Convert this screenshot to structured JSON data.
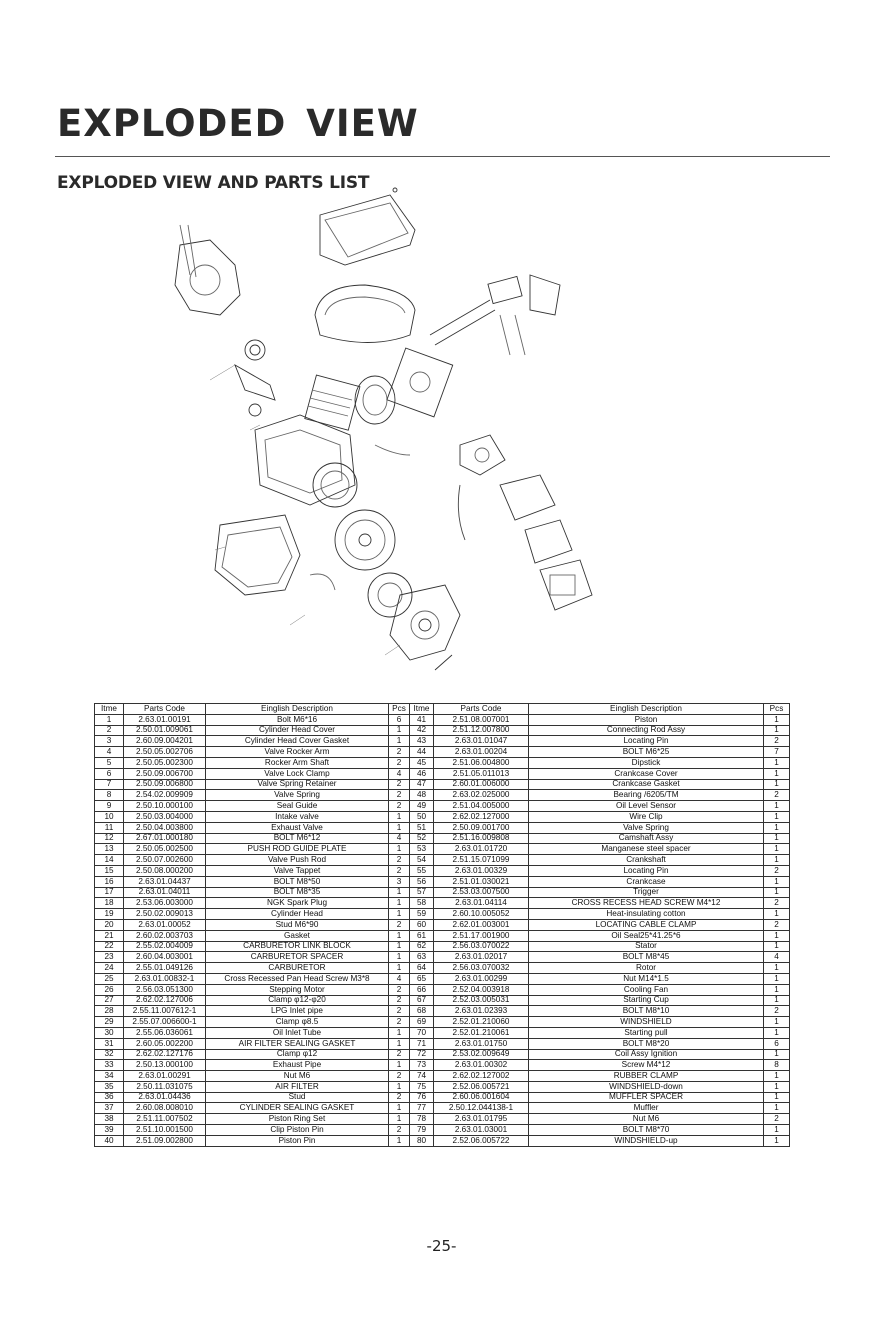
{
  "header": {
    "title": "EXPLODED VIEW",
    "subtitle": "EXPLODED VIEW AND PARTS LIST"
  },
  "table": {
    "headers": [
      "Itme",
      "Parts Code",
      "Einglish Description",
      "Pcs",
      "Itme",
      "Parts Code",
      "Einglish Description",
      "Pcs"
    ],
    "rows": [
      [
        "1",
        "2.63.01.00191",
        "Bolt M6*16",
        "6",
        "41",
        "2.51.08.007001",
        "Piston",
        "1"
      ],
      [
        "2",
        "2.50.01.009061",
        "Cylinder Head Cover",
        "1",
        "42",
        "2.51.12.007800",
        "Connecting Rod Assy",
        "1"
      ],
      [
        "3",
        "2.60.09.004201",
        "Cylinder Head Cover Gasket",
        "1",
        "43",
        "2.63.01.01047",
        "Locating Pin",
        "2"
      ],
      [
        "4",
        "2.50.05.002706",
        "Valve Rocker Arm",
        "2",
        "44",
        "2.63.01.00204",
        "BOLT M6*25",
        "7"
      ],
      [
        "5",
        "2.50.05.002300",
        "Rocker Arm Shaft",
        "2",
        "45",
        "2.51.06.004800",
        "Dipstick",
        "1"
      ],
      [
        "6",
        "2.50.09.006700",
        "Valve Lock Clamp",
        "4",
        "46",
        "2.51.05.011013",
        "Crankcase Cover",
        "1"
      ],
      [
        "7",
        "2.50.09.006800",
        "Valve Spring Retainer",
        "2",
        "47",
        "2.60.01.006000",
        "Crankcase Gasket",
        "1"
      ],
      [
        "8",
        "2.54.02.009909",
        "Valve Spring",
        "2",
        "48",
        "2.63.02.025000",
        "Bearing /6205/TM",
        "2"
      ],
      [
        "9",
        "2.50.10.000100",
        "Seal Guide",
        "2",
        "49",
        "2.51.04.005000",
        "Oil Level Sensor",
        "1"
      ],
      [
        "10",
        "2.50.03.004000",
        "Intake valve",
        "1",
        "50",
        "2.62.02.127000",
        "Wire Clip",
        "1"
      ],
      [
        "11",
        "2.50.04.003800",
        "Exhaust Valve",
        "1",
        "51",
        "2.50.09.001700",
        "Valve Spring",
        "1"
      ],
      [
        "12",
        "2.67.01.000180",
        "BOLT M6*12",
        "4",
        "52",
        "2.51.16.009808",
        "Camshaft Assy",
        "1"
      ],
      [
        "13",
        "2.50.05.002500",
        "PUSH ROD GUIDE PLATE",
        "1",
        "53",
        "2.63.01.01720",
        "Manganese steel spacer",
        "1"
      ],
      [
        "14",
        "2.50.07.002600",
        "Valve Push Rod",
        "2",
        "54",
        "2.51.15.071099",
        "Crankshaft",
        "1"
      ],
      [
        "15",
        "2.50.08.000200",
        "Valve Tappet",
        "2",
        "55",
        "2.63.01.00329",
        "Locating Pin",
        "2"
      ],
      [
        "16",
        "2.63.01.04437",
        "BOLT M8*50",
        "3",
        "56",
        "2.51.01.030021",
        "Crankcase",
        "1"
      ],
      [
        "17",
        "2.63.01.04011",
        "BOLT M8*35",
        "1",
        "57",
        "2.53.03.007500",
        "Trigger",
        "1"
      ],
      [
        "18",
        "2.53.06.003000",
        "NGK Spark Plug",
        "1",
        "58",
        "2.63.01.04114",
        "CROSS RECESS HEAD SCREW M4*12",
        "2"
      ],
      [
        "19",
        "2.50.02.009013",
        "Cylinder Head",
        "1",
        "59",
        "2.60.10.005052",
        "Heat-insulating cotton",
        "1"
      ],
      [
        "20",
        "2.63.01.00052",
        "Stud M6*90",
        "2",
        "60",
        "2.62.01.003001",
        "LOCATING CABLE CLAMP",
        "2"
      ],
      [
        "21",
        "2.60.02.003703",
        "Gasket",
        "1",
        "61",
        "2.51.17.001900",
        "Oil Seal25*41.25*6",
        "1"
      ],
      [
        "22",
        "2.55.02.004009",
        "CARBURETOR LINK BLOCK",
        "1",
        "62",
        "2.56.03.070022",
        "Stator",
        "1"
      ],
      [
        "23",
        "2.60.04.003001",
        "CARBURETOR SPACER",
        "1",
        "63",
        "2.63.01.02017",
        "BOLT M8*45",
        "4"
      ],
      [
        "24",
        "2.55.01.049126",
        "CARBURETOR",
        "1",
        "64",
        "2.56.03.070032",
        "Rotor",
        "1"
      ],
      [
        "25",
        "2.63.01.00832-1",
        "Cross Recessed Pan Head Screw M3*8",
        "4",
        "65",
        "2.63.01.00299",
        "Nut M14*1.5",
        "1"
      ],
      [
        "26",
        "2.56.03.051300",
        "Stepping Motor",
        "2",
        "66",
        "2.52.04.003918",
        "Cooling Fan",
        "1"
      ],
      [
        "27",
        "2.62.02.127006",
        "Clamp φ12-φ20",
        "2",
        "67",
        "2.52.03.005031",
        "Starting Cup",
        "1"
      ],
      [
        "28",
        "2.55.11.007612-1",
        "LPG Inlet pipe",
        "2",
        "68",
        "2.63.01.02393",
        "BOLT M8*10",
        "2"
      ],
      [
        "29",
        "2.55.07.006600-1",
        "Clamp φ8.5",
        "2",
        "69",
        "2.52.01.210060",
        "WINDSHIELD",
        "1"
      ],
      [
        "30",
        "2.55.06.036061",
        "Oil Inlet Tube",
        "1",
        "70",
        "2.52.01.210061",
        "Starting pull",
        "1"
      ],
      [
        "31",
        "2.60.05.002200",
        "AIR FILTER SEALING GASKET",
        "1",
        "71",
        "2.63.01.01750",
        "BOLT M8*20",
        "6"
      ],
      [
        "32",
        "2.62.02.127176",
        "Clamp φ12",
        "2",
        "72",
        "2.53.02.009649",
        "Coil Assy Ignition",
        "1"
      ],
      [
        "33",
        "2.50.13.000100",
        "Exhaust Pipe",
        "1",
        "73",
        "2.63.01.00302",
        "Screw M4*12",
        "8"
      ],
      [
        "34",
        "2.63.01.00291",
        "Nut M6",
        "2",
        "74",
        "2.62.02.127002",
        "RUBBER CLAMP",
        "1"
      ],
      [
        "35",
        "2.50.11.031075",
        "AIR FILTER",
        "1",
        "75",
        "2.52.06.005721",
        "WINDSHIELD-down",
        "1"
      ],
      [
        "36",
        "2.63.01.04436",
        "Stud",
        "2",
        "76",
        "2.60.06.001604",
        "MUFFLER SPACER",
        "1"
      ],
      [
        "37",
        "2.60.08.008010",
        "CYLINDER SEALING GASKET",
        "1",
        "77",
        "2.50.12.044138-1",
        "Muffler",
        "1"
      ],
      [
        "38",
        "2.51.11.007502",
        "Piston Ring Set",
        "1",
        "78",
        "2.63.01.01795",
        "Nut M6",
        "2"
      ],
      [
        "39",
        "2.51.10.001500",
        "Clip Piston Pin",
        "2",
        "79",
        "2.63.01.03001",
        "BOLT M8*70",
        "1"
      ],
      [
        "40",
        "2.51.09.002800",
        "Piston Pin",
        "1",
        "80",
        "2.52.06.005722",
        "WINDSHIELD-up",
        "1"
      ]
    ]
  },
  "footer": {
    "page_number": "-25-"
  }
}
